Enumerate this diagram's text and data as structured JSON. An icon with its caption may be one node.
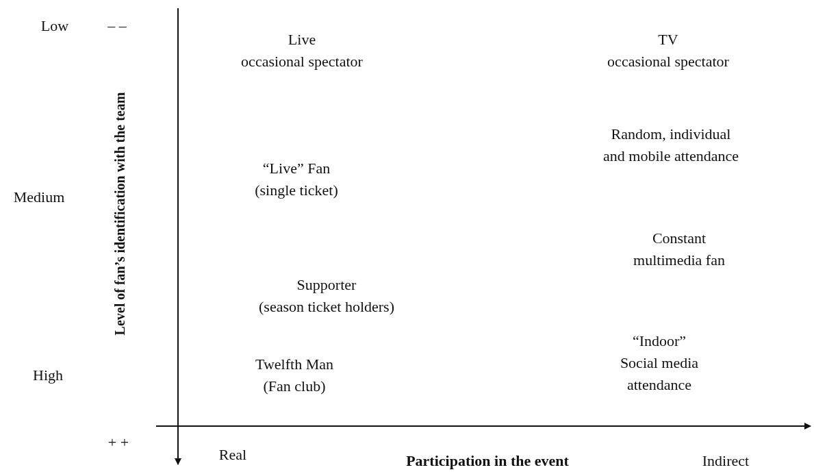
{
  "diagram": {
    "labels": [
      "Low",
      "– –",
      "Live occasional spectator",
      "TV occasional spectator",
      "Random, individual and mobile attendance",
      "Medium",
      "“Live” Fan (single ticket)",
      "Constant multimedia fan",
      "Supporter (season ticket holders)",
      "“Indoor” Social media attendance",
      "High",
      "Twelfth Man (Fan club)",
      "+ +",
      "Real",
      "Participation in the event",
      "Indirect",
      "Level of fan’s identification with the team"
    ]
  }
}
